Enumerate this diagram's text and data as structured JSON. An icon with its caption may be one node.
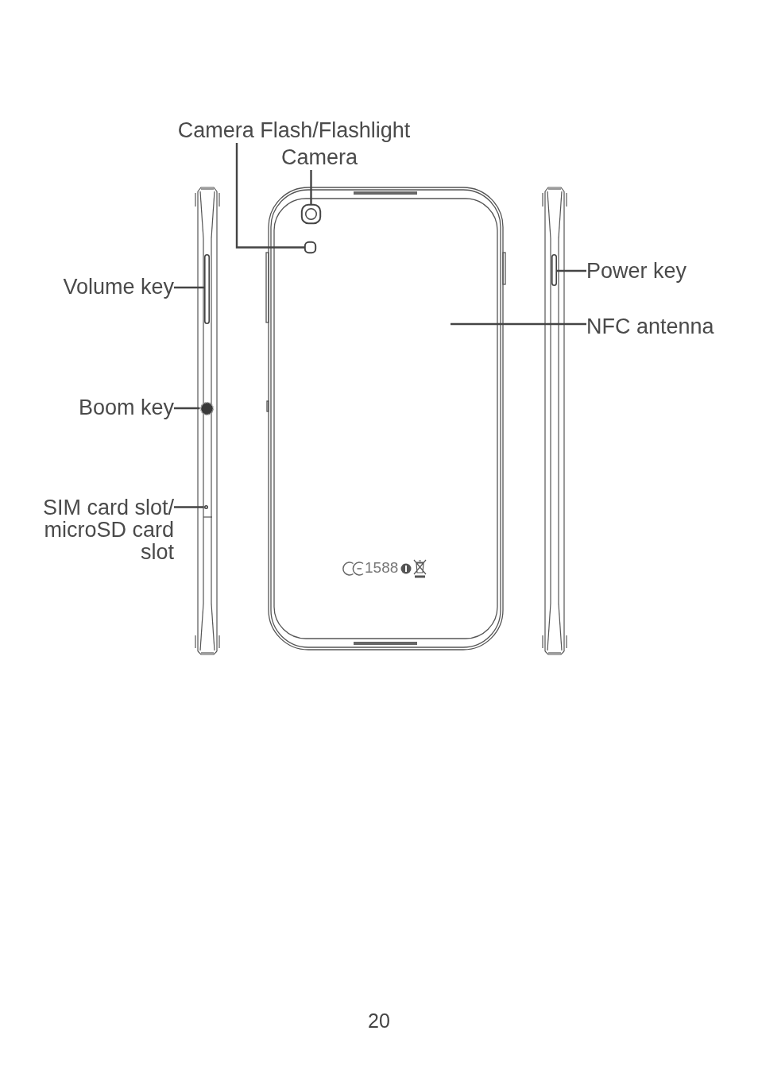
{
  "diagram": {
    "nodes": [
      {
        "text": [
          "Camera Flash/Flashlight"
        ]
      },
      {
        "text": [
          "Camera"
        ]
      },
      {
        "text": [
          "Volume key"
        ]
      },
      {
        "text": [
          "Power key"
        ]
      },
      {
        "text": [
          "NFC antenna"
        ]
      },
      {
        "text": [
          "Boom key"
        ]
      },
      {
        "text": [
          "SIM card slot/ microSD card slot"
        ]
      },
      {
        "text": [],
        "shape": "bar"
      },
      {
        "text": [],
        "shape": "circle"
      },
      {
        "text": [],
        "shape": "circle"
      },
      {
        "text": [],
        "shape": "box"
      },
      {
        "text": [],
        "shape": "box"
      },
      {
        "text": [],
        "shape": "bar"
      }
    ],
    "edges": [
      {
        "from": 0,
        "to": 11,
        "arrow": "none"
      },
      {
        "from": 1,
        "to": 10,
        "arrow": "none"
      },
      {
        "from": 2,
        "to": 7,
        "arrow": "none"
      },
      {
        "from": 3,
        "to": 12,
        "arrow": "none"
      },
      {
        "from": 4,
        "to": null,
        "arrow": "none"
      },
      {
        "from": 5,
        "to": 8,
        "arrow": "none"
      },
      {
        "from": 6,
        "to": 9,
        "arrow": "none"
      }
    ],
    "labels": [
      "1588",
      "20"
    ]
  }
}
